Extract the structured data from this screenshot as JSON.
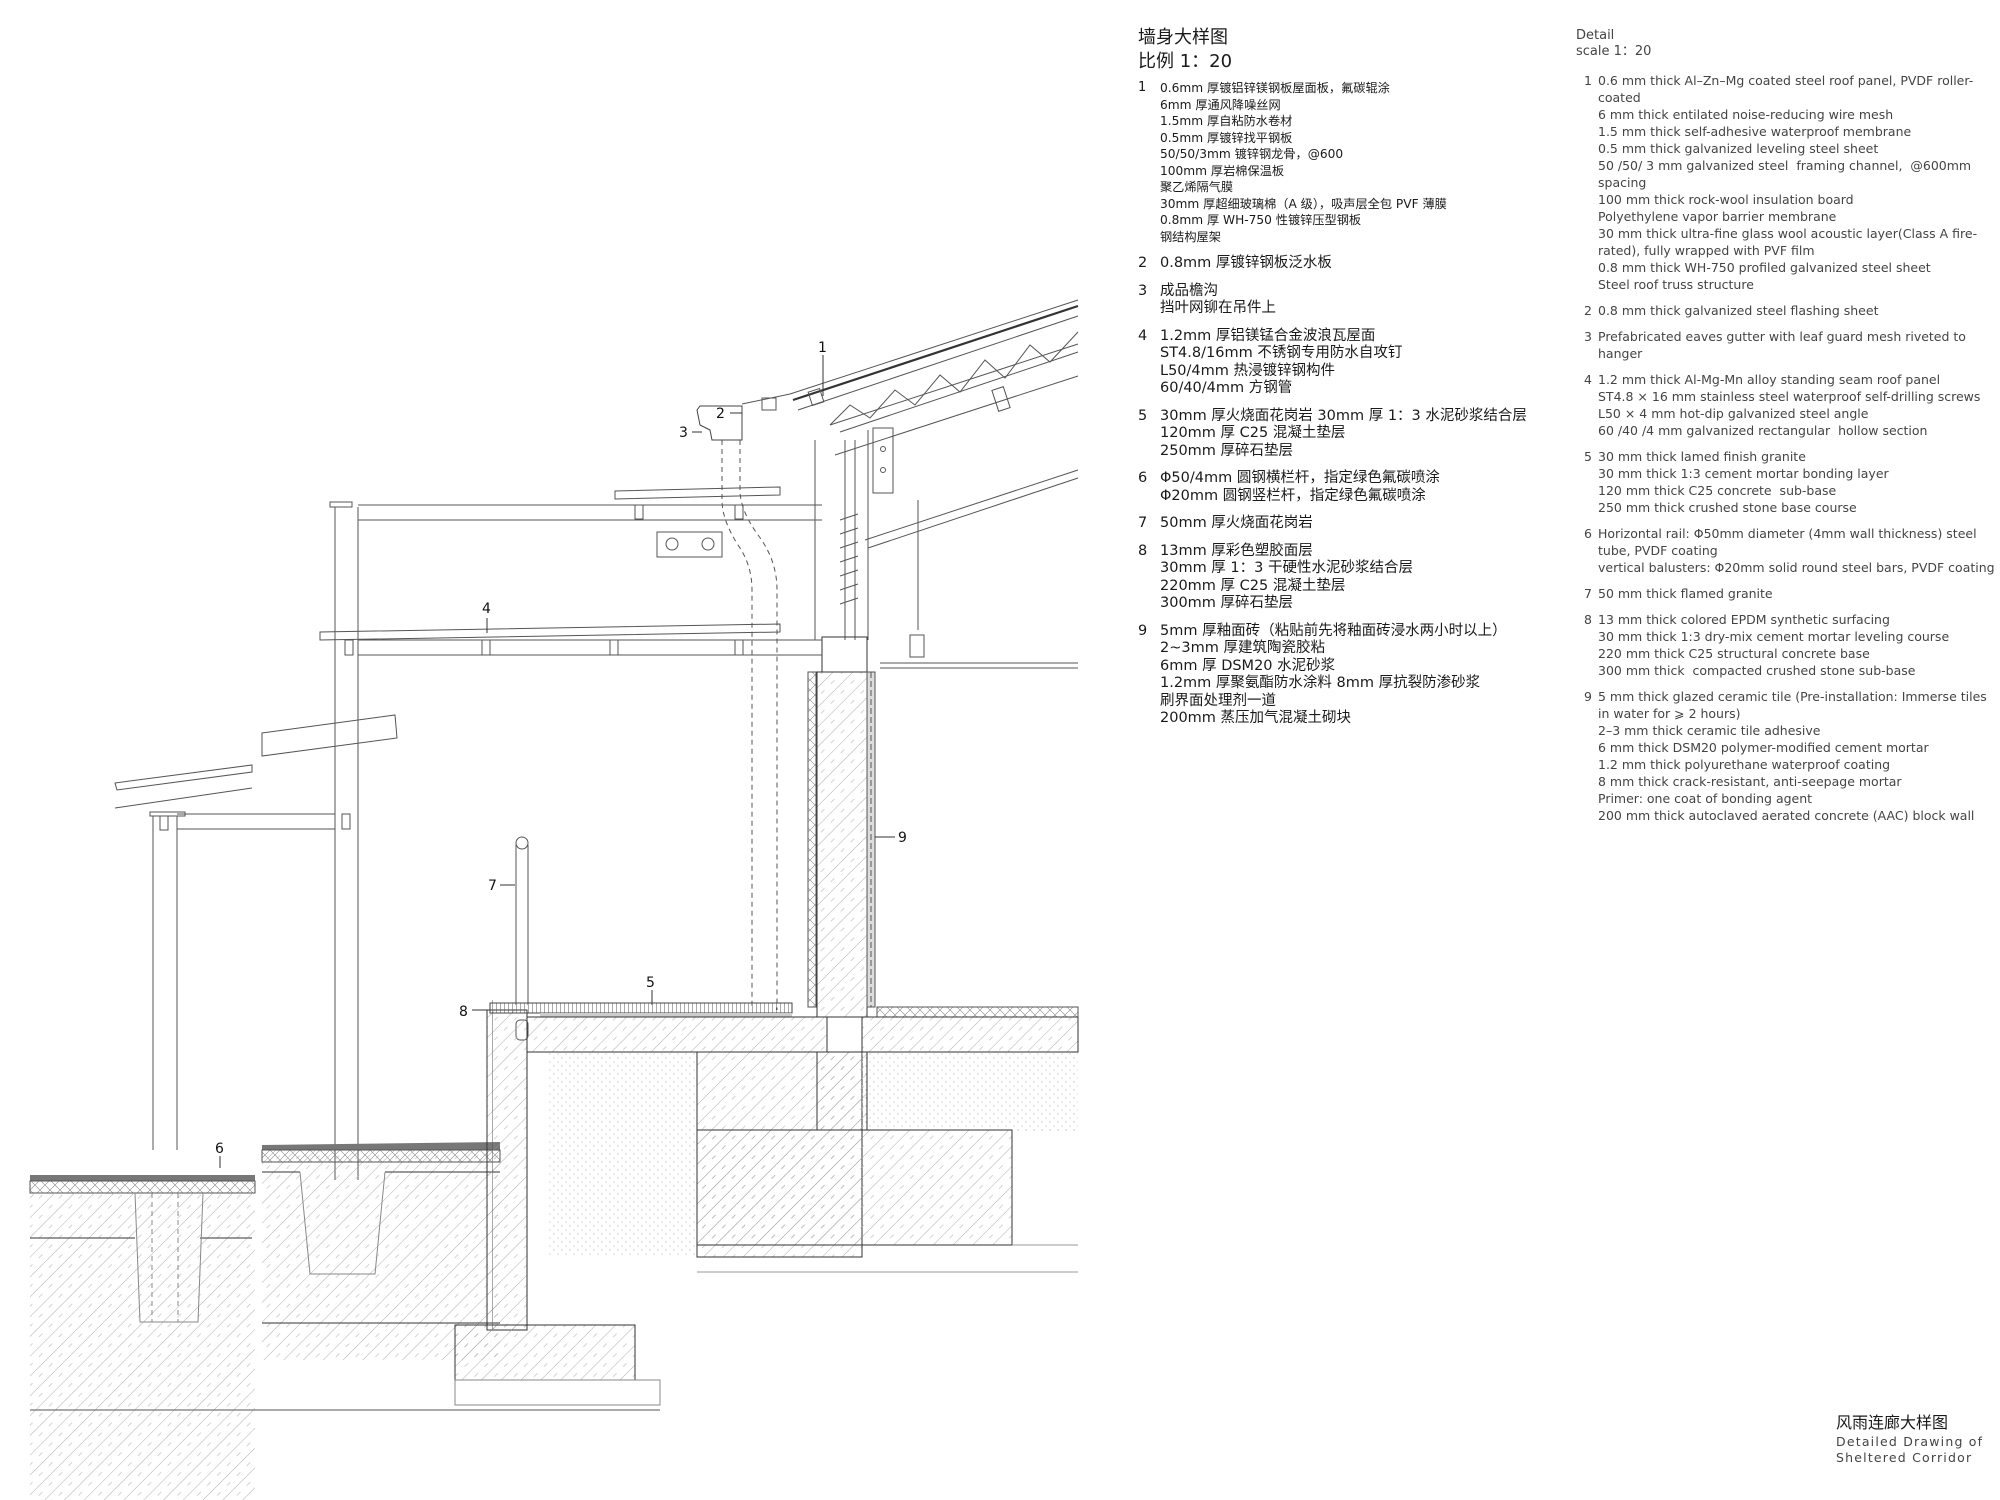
{
  "drawing": {
    "callouts": [
      "1",
      "2",
      "3",
      "4",
      "5",
      "6",
      "7",
      "8",
      "9"
    ]
  },
  "legend_cn": {
    "title": "墙身大样图",
    "scale": "比例 1：20",
    "items": [
      {
        "num": "1",
        "lines": [
          "0.6mm 厚镀铝锌镁钢板屋面板，氟碳辊涂",
          "6mm 厚通风降噪丝网",
          "1.5mm 厚自粘防水卷材",
          "0.5mm 厚镀锌找平钢板",
          "50/50/3mm 镀锌钢龙骨，@600",
          "100mm 厚岩棉保温板",
          "聚乙烯隔气膜",
          "30mm 厚超细玻璃棉（A 级），吸声层全包 PVF 薄膜",
          "0.8mm 厚 WH-750 性镀锌压型钢板",
          "钢结构屋架"
        ]
      },
      {
        "num": "2",
        "lines": [
          "0.8mm 厚镀锌钢板泛水板"
        ]
      },
      {
        "num": "3",
        "lines": [
          "成品檐沟",
          "挡叶网铆在吊件上"
        ]
      },
      {
        "num": "4",
        "lines": [
          "1.2mm 厚铝镁锰合金波浪瓦屋面",
          "ST4.8/16mm 不锈钢专用防水自攻钉",
          "L50/4mm 热浸镀锌钢构件",
          "60/40/4mm 方钢管"
        ]
      },
      {
        "num": "5",
        "lines": [
          "30mm 厚火烧面花岗岩 30mm 厚 1：3 水泥砂浆结合层",
          "120mm 厚 C25 混凝土垫层",
          "250mm 厚碎石垫层"
        ]
      },
      {
        "num": "6",
        "lines": [
          "Φ50/4mm 圆钢横栏杆，指定绿色氟碳喷涂",
          "Φ20mm 圆钢竖栏杆，指定绿色氟碳喷涂"
        ]
      },
      {
        "num": "7",
        "lines": [
          "50mm 厚火烧面花岗岩"
        ]
      },
      {
        "num": "8",
        "lines": [
          "13mm 厚彩色塑胶面层",
          "30mm 厚 1：3 干硬性水泥砂浆结合层",
          "220mm 厚 C25 混凝土垫层",
          "300mm 厚碎石垫层"
        ]
      },
      {
        "num": "9",
        "lines": [
          "5mm 厚釉面砖（粘贴前先将釉面砖浸水两小时以上）",
          "2~3mm 厚建筑陶瓷胶粘",
          "6mm 厚 DSM20 水泥砂浆",
          "1.2mm 厚聚氨酯防水涂料 8mm 厚抗裂防渗砂浆",
          "刷界面处理剂一道",
          "200mm 蒸压加气混凝土砌块"
        ]
      }
    ]
  },
  "legend_en": {
    "title": "Detail",
    "scale": "scale 1：20",
    "items": [
      {
        "num": "1",
        "lines": [
          "0.6 mm thick Al–Zn–Mg coated steel roof panel, PVDF roller-coated",
          "6 mm thick entilated noise-reducing wire mesh",
          "1.5 mm thick self-adhesive waterproof membrane",
          "0.5 mm thick galvanized leveling steel sheet",
          "50 /50/ 3 mm galvanized steel  framing channel,  @600mm spacing",
          "100 mm thick rock-wool insulation board",
          "Polyethylene vapor barrier membrane",
          "30 mm thick ultra-fine glass wool acoustic layer(Class A fire-rated), fully wrapped with PVF film",
          "0.8 mm thick WH-750 profiled galvanized steel sheet",
          "Steel roof truss structure"
        ]
      },
      {
        "num": "2",
        "lines": [
          "0.8 mm thick galvanized steel flashing sheet"
        ]
      },
      {
        "num": "3",
        "lines": [
          "Prefabricated eaves gutter with leaf guard mesh riveted to hanger"
        ]
      },
      {
        "num": "4",
        "lines": [
          "1.2 mm thick Al-Mg-Mn alloy standing seam roof panel",
          "ST4.8 × 16 mm stainless steel waterproof self-drilling screws",
          "L50 × 4 mm hot-dip galvanized steel angle",
          "60 /40 /4 mm galvanized rectangular  hollow section"
        ]
      },
      {
        "num": "5",
        "lines": [
          "30 mm thick lamed finish granite",
          "30 mm thick 1:3 cement mortar bonding layer",
          "120 mm thick C25 concrete  sub-base",
          "250 mm thick crushed stone base course"
        ]
      },
      {
        "num": "6",
        "lines": [
          "Horizontal rail: Φ50mm diameter (4mm wall thickness) steel tube, PVDF coating",
          "vertical balusters: Φ20mm solid round steel bars, PVDF coating"
        ]
      },
      {
        "num": "7",
        "lines": [
          "50 mm thick flamed granite"
        ]
      },
      {
        "num": "8",
        "lines": [
          "13 mm thick colored EPDM synthetic surfacing",
          "30 mm thick 1:3 dry-mix cement mortar leveling course",
          "220 mm thick C25 structural concrete base",
          "300 mm thick  compacted crushed stone sub-base"
        ]
      },
      {
        "num": "9",
        "lines": [
          "5 mm thick glazed ceramic tile (Pre-installation: Immerse tiles in water for ⩾ 2 hours)",
          "2–3 mm thick ceramic tile adhesive",
          "6 mm thick DSM20 polymer-modified cement mortar",
          "1.2 mm thick polyurethane waterproof coating",
          "8 mm thick crack-resistant, anti-seepage mortar",
          "Primer: one coat of bonding agent",
          "200 mm thick autoclaved aerated concrete (AAC) block wall"
        ]
      }
    ]
  },
  "title_block": {
    "cn": "风雨连廊大样图",
    "en_line1": "Detailed Drawing of",
    "en_line2": "Sheltered Corridor"
  }
}
